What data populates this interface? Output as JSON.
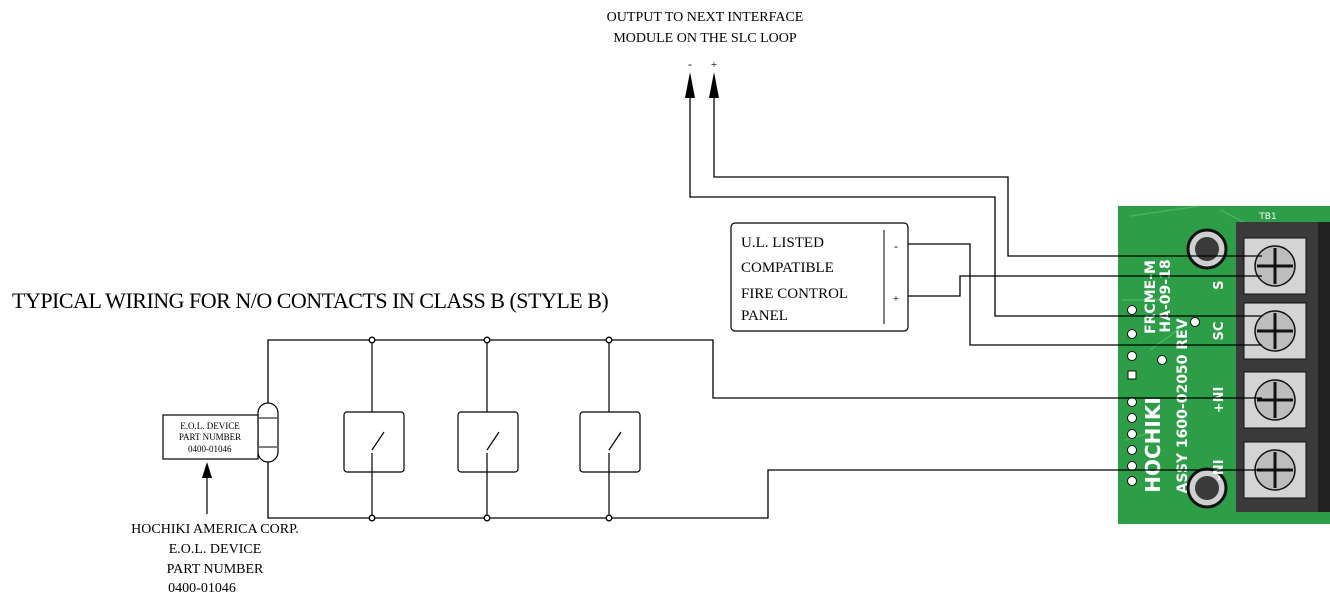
{
  "output": {
    "line1": "OUTPUT TO NEXT INTERFACE",
    "line2": "MODULE ON THE SLC LOOP",
    "minus": "-",
    "plus": "+"
  },
  "title": "TYPICAL WIRING FOR N/O CONTACTS IN CLASS B  (STYLE B)",
  "panel": {
    "lines": [
      "U.L. LISTED",
      "COMPATIBLE",
      "FIRE CONTROL",
      "PANEL"
    ],
    "minus": "-",
    "plus": "+"
  },
  "eol_small": {
    "line1": "E.O.L. DEVICE",
    "line2": "PART NUMBER",
    "line3": "0400-01046"
  },
  "eol_caption": {
    "lines": [
      "HOCHIKI AMERICA CORP.",
      "E.O.L. DEVICE",
      "PART NUMBER",
      "0400-01046"
    ]
  },
  "module": {
    "brand": "HOCHIKI",
    "model": "FRCME-M",
    "code": "HA-09-18",
    "assy": "ASSY 1600-02050 REV",
    "ref": "TB1",
    "terminals": [
      "S",
      "SC",
      "+NI",
      "-NI"
    ],
    "colors": {
      "board": "#2d9d48",
      "board_dark": "#1f7a35",
      "terminal": "#3a3a3a"
    }
  },
  "switch_count": 3
}
